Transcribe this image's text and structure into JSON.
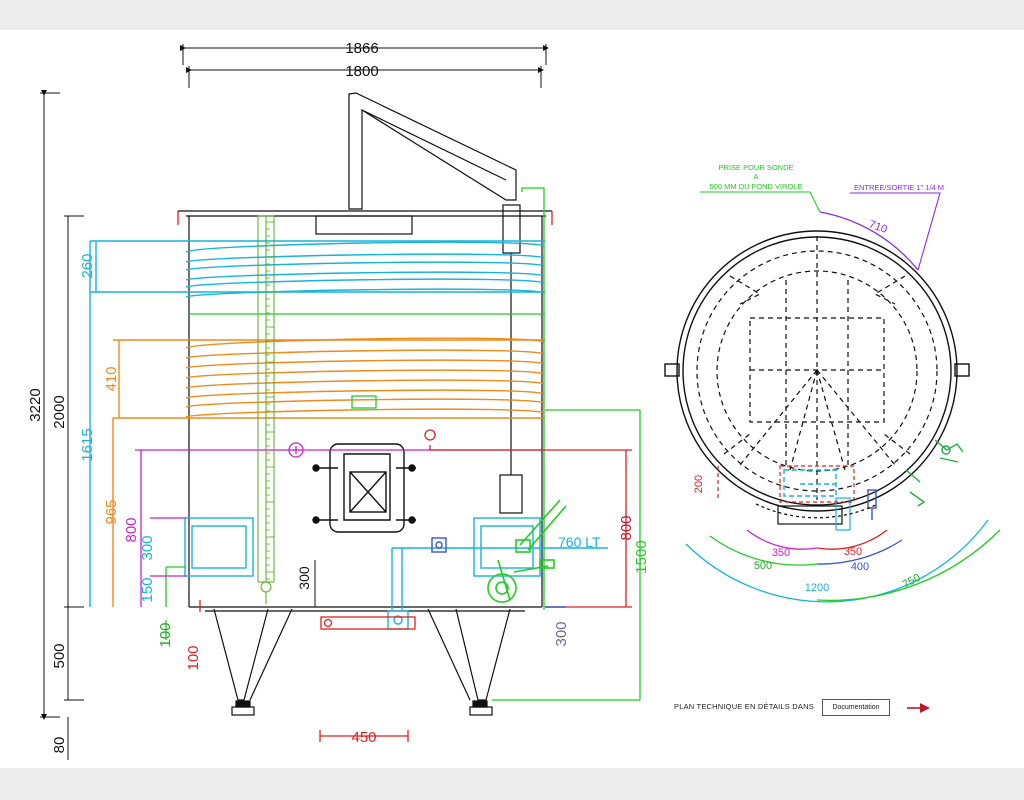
{
  "colors": {
    "black": "#111111",
    "cyan": "#16b4dc",
    "orange": "#f08a1a",
    "green": "#22cc22",
    "lightgreen": "#55dd33",
    "magenta": "#cc22cc",
    "red": "#e02020",
    "darkred": "#c0182a",
    "blue": "#3a56c8",
    "purple": "#8a2be2",
    "grey": "#6b6b8a"
  },
  "front_view": {
    "dims": {
      "width_overall": "1866",
      "width_body": "1800",
      "height_total": "3220",
      "height_body": "2000",
      "height_1615": "1615",
      "height_965": "965",
      "height_800_left": "800",
      "height_300_left": "300",
      "height_150": "150",
      "cyan_band": "260",
      "orange_band": "410",
      "leg_height": "500",
      "foot": "80",
      "green_100": "100",
      "red_100": "100",
      "center_300": "300",
      "volume": "760 LT",
      "right_800": "800",
      "right_1500": "1500",
      "right_300": "300",
      "bottom_450": "450"
    }
  },
  "top_view": {
    "probe_note": [
      "PRISE POUR SONDE",
      "A",
      "500 MM DU FOND VIROLE"
    ],
    "inlet_note": "ENTREE/SORTIE 1\" 1/4 M",
    "dims": {
      "arc_710": "710",
      "d_200": "200",
      "d_350_left": "350",
      "d_350_right": "350",
      "d_500": "500",
      "d_400": "400",
      "d_1200": "1200",
      "d_750": "750"
    }
  },
  "footer": {
    "label": "PLAN TECHNIQUE EN DÉTAILS DANS",
    "button": "Documentation"
  }
}
